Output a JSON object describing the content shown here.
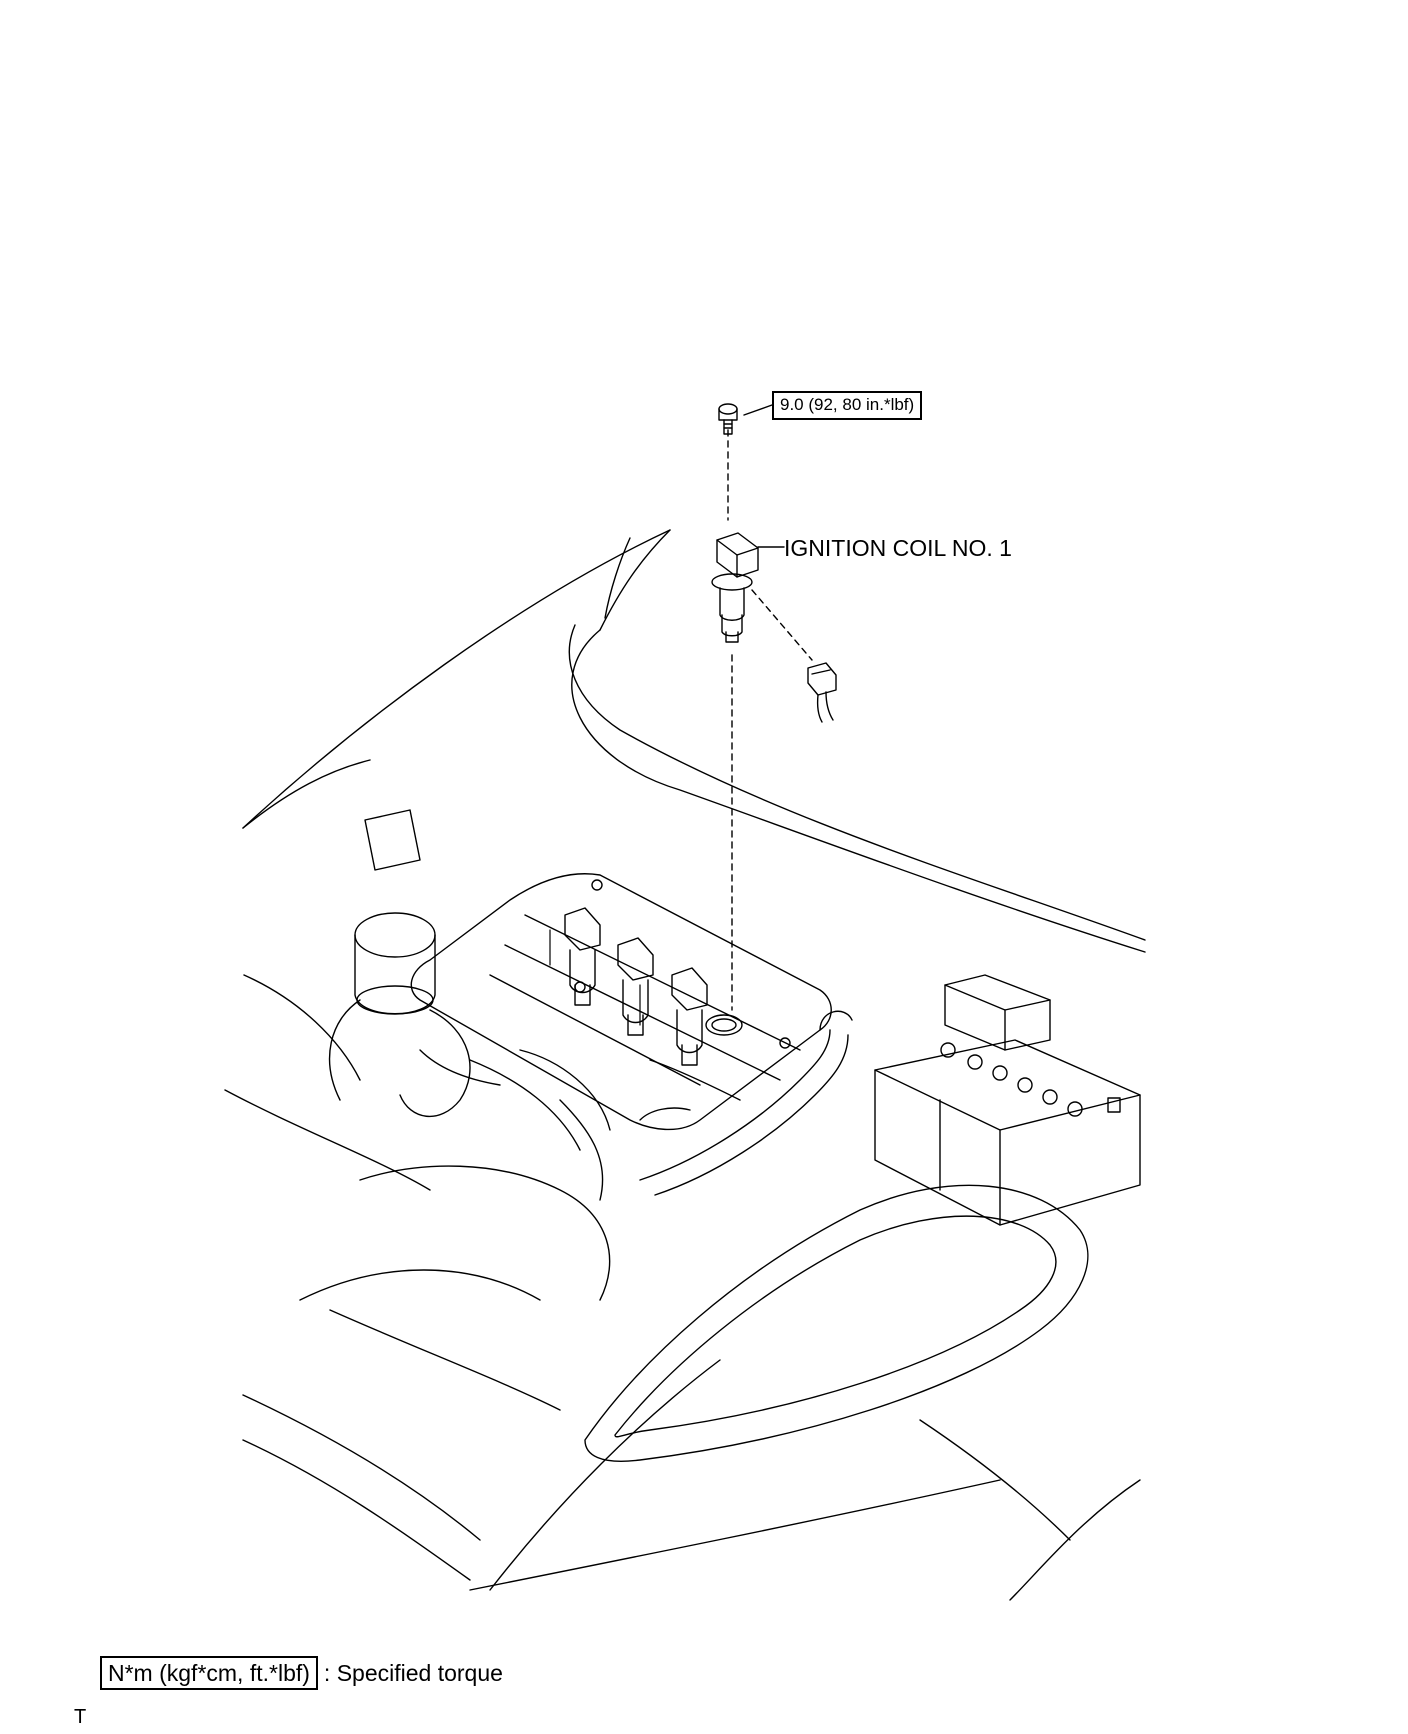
{
  "callouts": {
    "torque_spec": "9.0 (92, 80 in.*lbf)",
    "part_name": "IGNITION COIL NO. 1"
  },
  "legend": {
    "unit_box": "N*m (kgf*cm, ft.*lbf)",
    "description": ": Specified torque"
  },
  "corner_mark": "T",
  "icons": [
    "bolt-icon",
    "ignition-coil-icon",
    "connector-icon",
    "engine-icon",
    "battery-icon",
    "headlamp-icon"
  ]
}
